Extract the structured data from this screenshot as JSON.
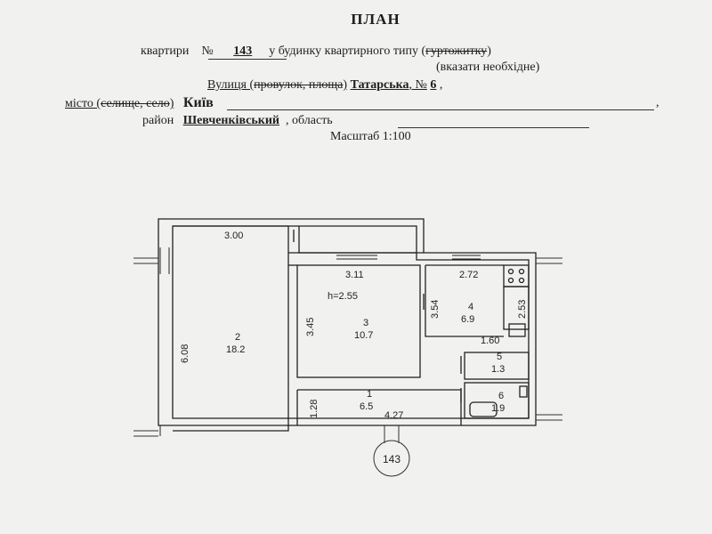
{
  "header": {
    "title": "ПЛАН",
    "line1": {
      "prefix": "квартири",
      "no_label": "№",
      "number": "143",
      "text": "у будинку квартирного типу (",
      "struck": "гуртожитку",
      "close": ")"
    },
    "hint": "(вказати необхідне)",
    "line2": {
      "text": "Вулиця (",
      "struck": "провулок, площа",
      "close": ")",
      "street": "Татарська",
      "no_label": ", №",
      "house": "6",
      "tail": ","
    },
    "line3": {
      "text": "місто (",
      "struck": "селище, село",
      "close": ")",
      "city": "Київ",
      "tail": ","
    },
    "line4": {
      "prefix": "район",
      "district": "Шевченківський",
      "tail": ",  область"
    },
    "scale": "Масштаб 1:100"
  },
  "plan": {
    "stamp": "143",
    "height_label": "h=2.55",
    "dimensions": {
      "d300": "3.00",
      "d608": "6.08",
      "d311": "3.11",
      "d345": "3.45",
      "d354": "3.54",
      "d272": "2.72",
      "d253": "2.53",
      "d160": "1.60",
      "d128": "1.28",
      "d427": "4.27"
    },
    "rooms": [
      {
        "number": "2",
        "area": "18.2"
      },
      {
        "number": "3",
        "area": "10.7"
      },
      {
        "number": "4",
        "area": "6.9"
      },
      {
        "number": "5",
        "area": "1.3"
      },
      {
        "number": "6",
        "area": "1.9"
      },
      {
        "number": "1",
        "area": "6.5"
      }
    ]
  }
}
